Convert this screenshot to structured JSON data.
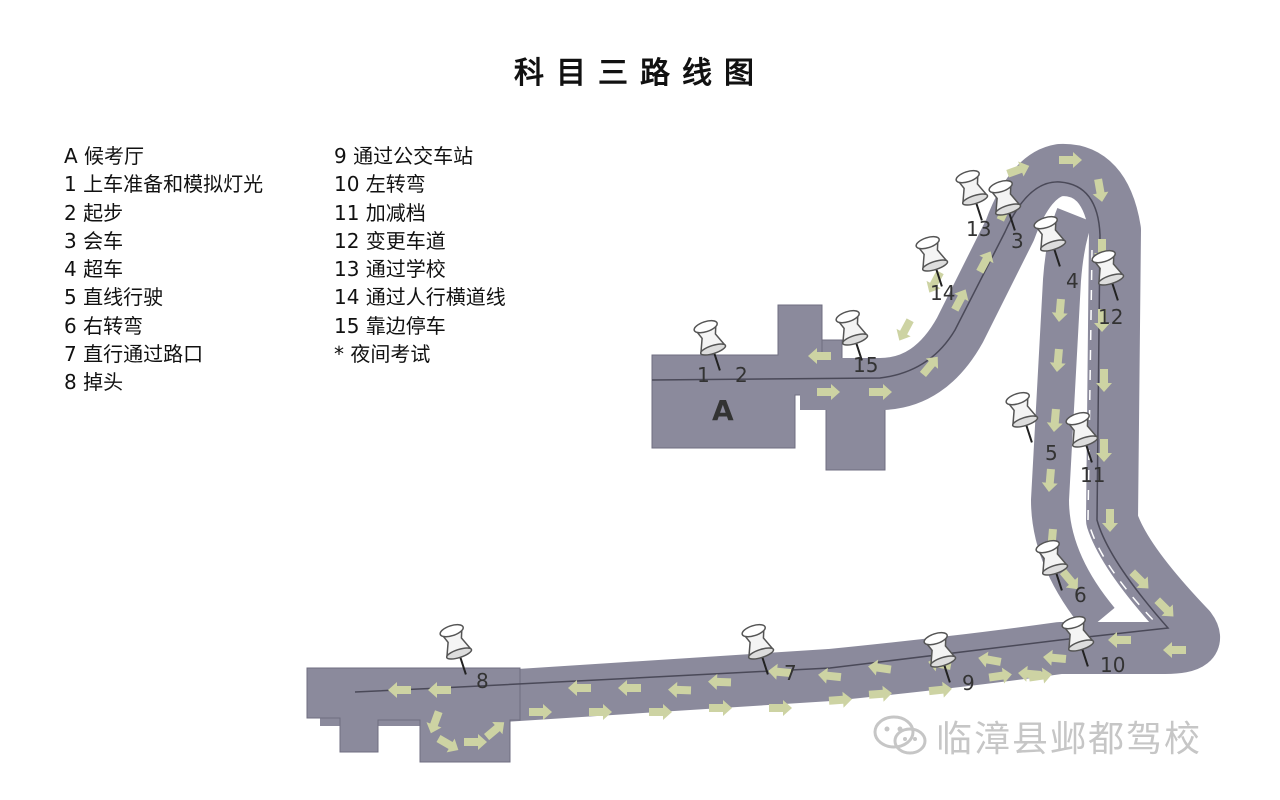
{
  "title": "科目三路线图",
  "legend_left": [
    {
      "key": "A",
      "label": "候考厅"
    },
    {
      "key": "1",
      "label": "上车准备和模拟灯光"
    },
    {
      "key": "2",
      "label": "起步"
    },
    {
      "key": "3",
      "label": "会车"
    },
    {
      "key": "4",
      "label": "超车"
    },
    {
      "key": "5",
      "label": "直线行驶"
    },
    {
      "key": "6",
      "label": "右转弯"
    },
    {
      "key": "7",
      "label": "直行通过路口"
    },
    {
      "key": "8",
      "label": "掉头"
    }
  ],
  "legend_right": [
    {
      "key": "9",
      "label": "通过公交车站"
    },
    {
      "key": "10",
      "label": "左转弯"
    },
    {
      "key": "11",
      "label": "加减档"
    },
    {
      "key": "12",
      "label": "变更车道"
    },
    {
      "key": "13",
      "label": "通过学校"
    },
    {
      "key": "14",
      "label": "通过人行横道线"
    },
    {
      "key": "15",
      "label": "靠边停车"
    },
    {
      "key": "*",
      "label": "夜间考试"
    }
  ],
  "map": {
    "area_label": "A",
    "markers": [
      "1",
      "2",
      "3",
      "4",
      "5",
      "6",
      "7",
      "8",
      "9",
      "10",
      "11",
      "12",
      "13",
      "14",
      "15"
    ],
    "colors": {
      "road": "#8b8a9c",
      "road_edge": "#6f6e80",
      "arrow": "#cdd3a3",
      "center_line": "#4a4958"
    }
  },
  "watermark": {
    "text": "临漳县邺都驾校",
    "icon": "wechat-icon"
  }
}
